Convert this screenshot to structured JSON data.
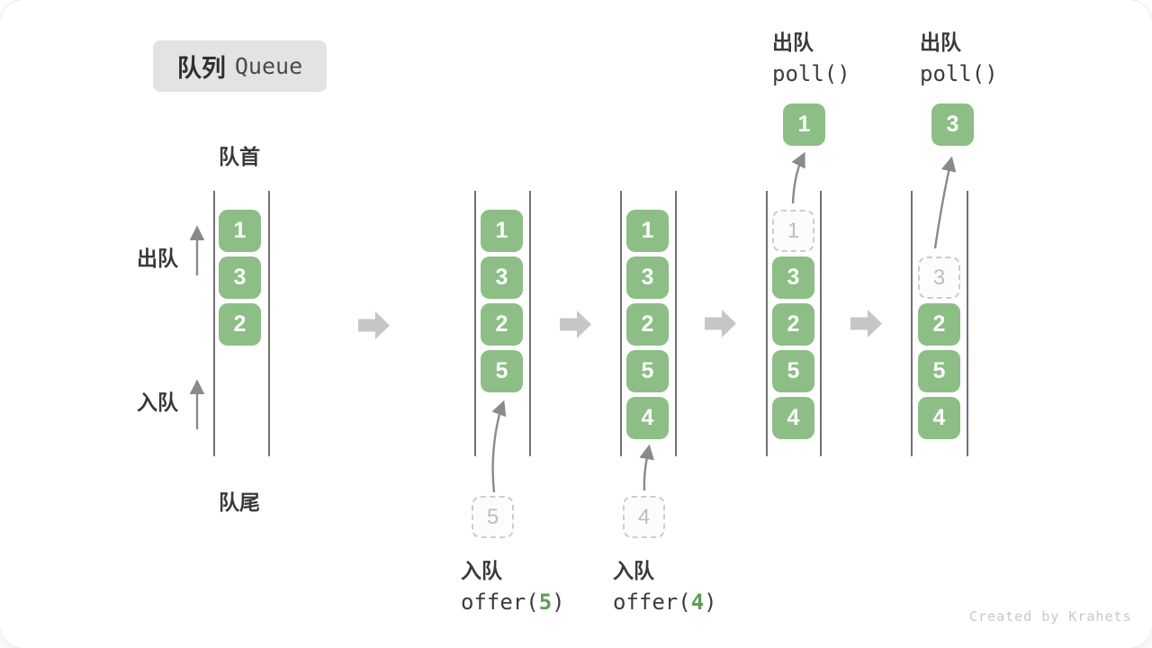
{
  "title": {
    "zh": "队列",
    "en": "Queue"
  },
  "side_labels": {
    "front": "队首",
    "rear": "队尾",
    "dequeue": "出队",
    "enqueue": "入队"
  },
  "ops": {
    "offer5": {
      "label": "入队",
      "code_prefix": "offer(",
      "code_arg": "5",
      "code_suffix": ")"
    },
    "offer4": {
      "label": "入队",
      "code_prefix": "offer(",
      "code_arg": "4",
      "code_suffix": ")"
    },
    "poll1": {
      "label": "出队",
      "code": "poll()"
    },
    "poll2": {
      "label": "出队",
      "code": "poll()"
    }
  },
  "states": {
    "s1": {
      "boxes": [
        "1",
        "3",
        "2"
      ]
    },
    "s2": {
      "boxes": [
        "1",
        "3",
        "2",
        "5"
      ],
      "pending": "5"
    },
    "s3": {
      "boxes": [
        "1",
        "3",
        "2",
        "5",
        "4"
      ],
      "pending": "4"
    },
    "s4": {
      "ghost": "1",
      "boxes": [
        "3",
        "2",
        "5",
        "4"
      ],
      "popped": "1"
    },
    "s5": {
      "ghost": "3",
      "boxes": [
        "2",
        "5",
        "4"
      ],
      "popped": "3"
    }
  },
  "watermark": "Created by Krahets",
  "colors": {
    "box_green": "#8cbe86",
    "code_arg_green": "#5ba150",
    "block_arrow_gray": "#c6c6c6",
    "arrow_gray": "#8a8a8a",
    "wall_dark": "#4f4f4f",
    "title_bg": "#e3e3e3",
    "ghost_border": "#cdcdcd",
    "ghost_text": "#bdbdbd",
    "watermark_gray": "#c8c8c8"
  }
}
